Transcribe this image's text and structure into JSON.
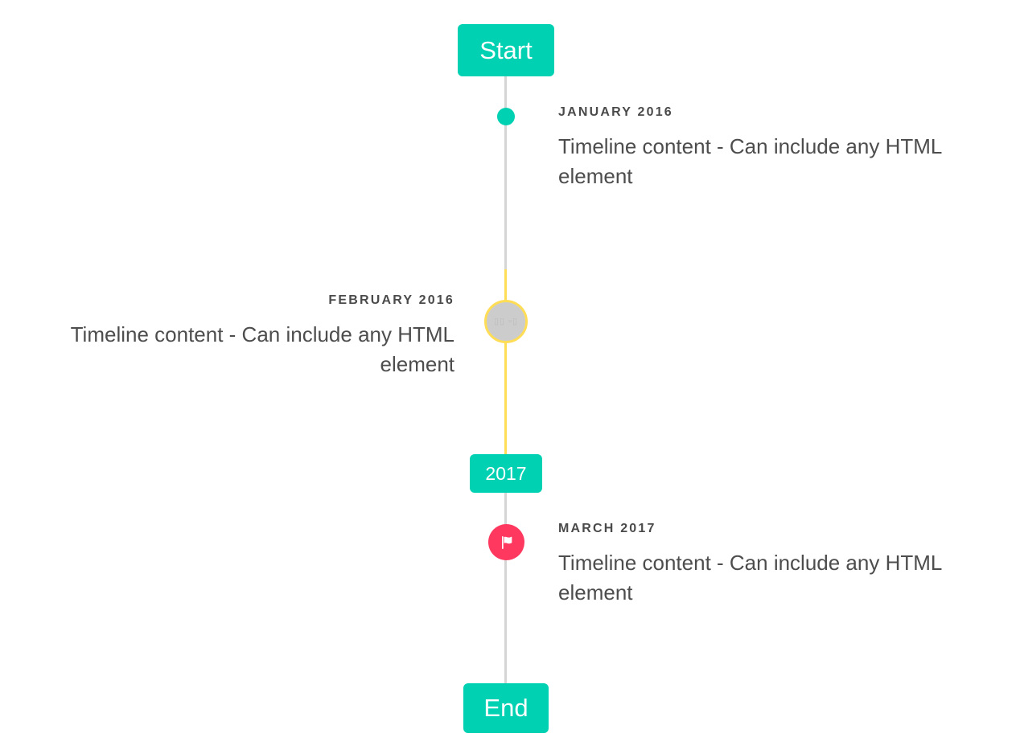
{
  "colors": {
    "primary": "#00d1b2",
    "warning": "#ffdd57",
    "danger": "#ff3860",
    "rail": "#d5d5d5",
    "marker_gray": "#cccccc",
    "text_dark": "#4a4a4a",
    "text_body": "#4d4d4d",
    "background": "#ffffff"
  },
  "header": {
    "label": "Start"
  },
  "divider": {
    "label": "2017"
  },
  "footer": {
    "label": "End"
  },
  "items": [
    {
      "date": "JANUARY 2016",
      "content": "Timeline content - Can include any HTML element",
      "side": "right",
      "marker": "dot",
      "marker_color": "#00d1b2",
      "marker_icon": "none"
    },
    {
      "date": "FEBRUARY 2016",
      "content": "Timeline content - Can include any HTML element",
      "side": "left",
      "marker": "circle-icon",
      "marker_color": "#cccccc",
      "marker_border_color": "#ffdd57",
      "marker_icon": "missing-glyph-icon",
      "marker_glyph": "▯▯ ▫▯"
    },
    {
      "date": "MARCH 2017",
      "content": "Timeline content - Can include any HTML element",
      "side": "right",
      "marker": "circle-icon",
      "marker_color": "#ff3860",
      "marker_icon": "flag-icon"
    }
  ]
}
